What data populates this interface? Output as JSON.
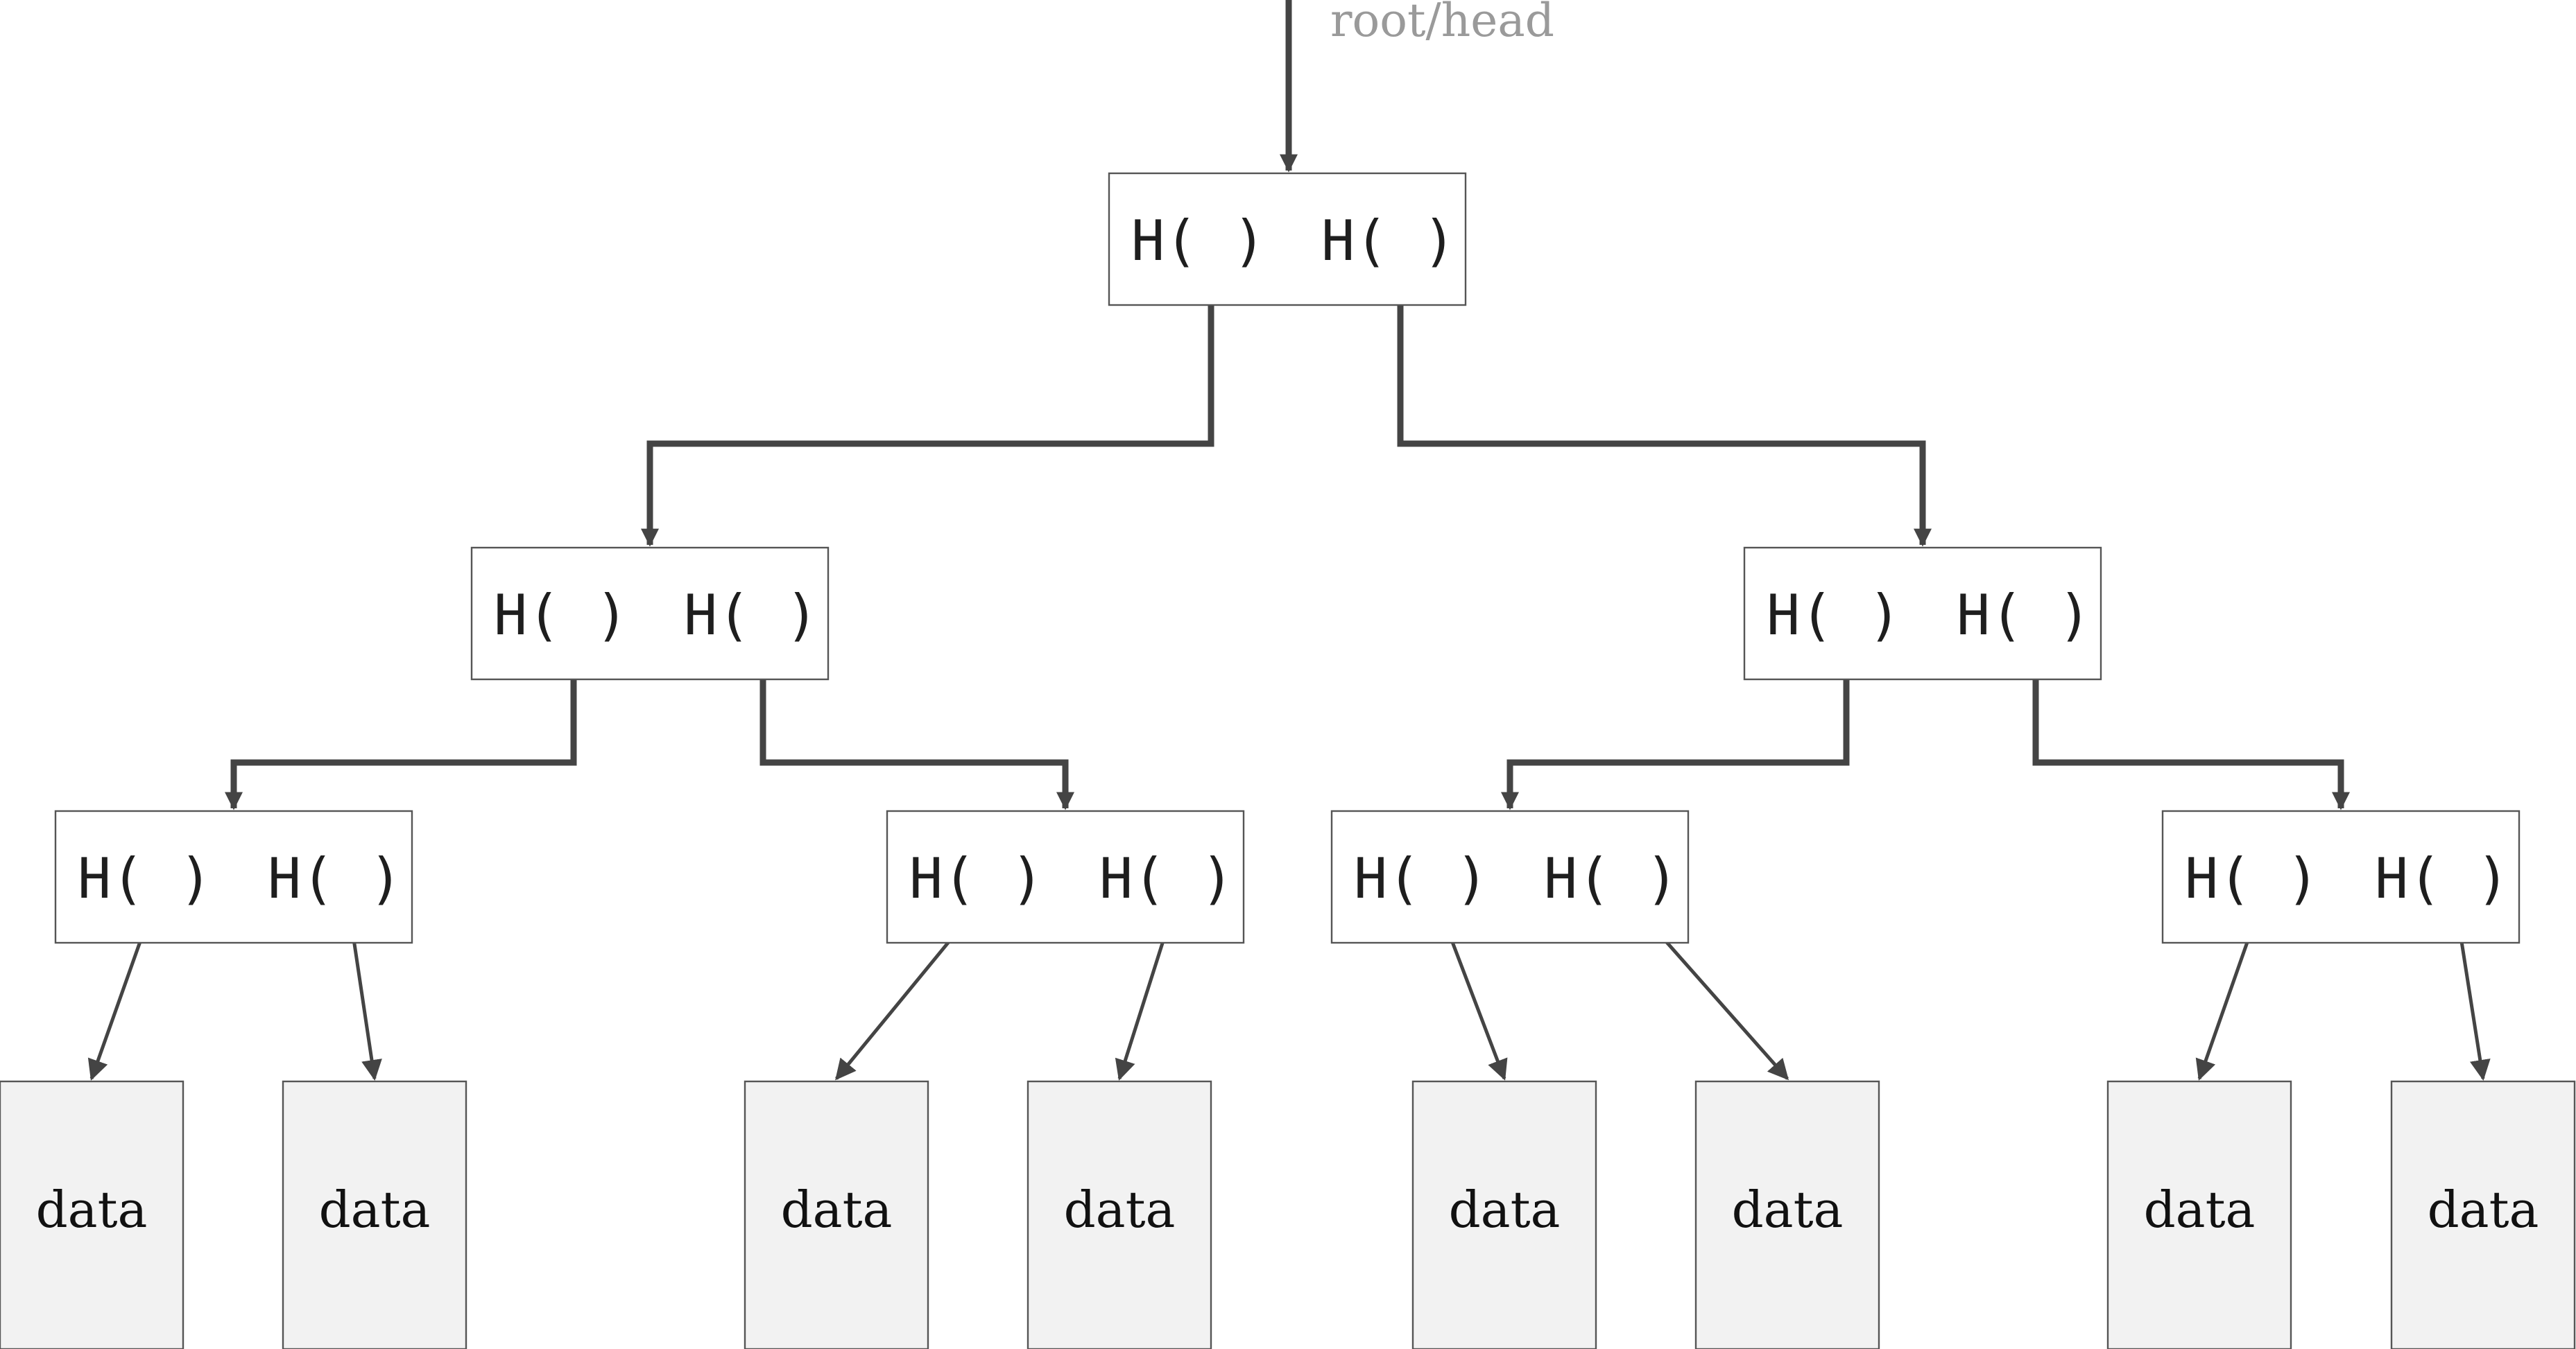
{
  "diagram": {
    "root_label": "root/head",
    "hash_label": "H(",
    "hash_close": ")",
    "leaf_label": "data",
    "colors": {
      "edge": "#444444",
      "box_border": "#555555",
      "leaf_fill": "#f2f2f2",
      "root_label": "#9a9a9a"
    },
    "tree": {
      "node_count": 7,
      "leaf_count": 8,
      "levels": 3
    }
  }
}
